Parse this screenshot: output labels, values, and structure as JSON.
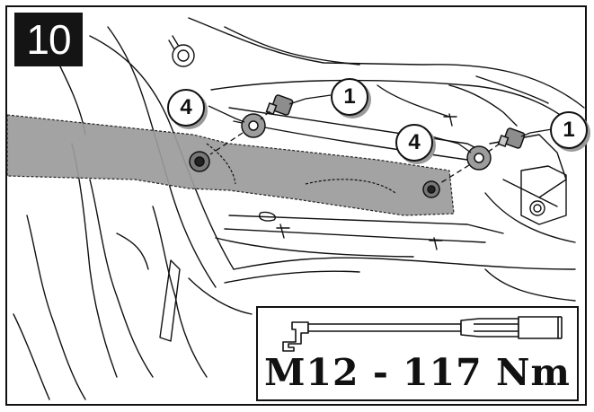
{
  "step": {
    "number": "10"
  },
  "callouts": [
    {
      "id": "callout-4-left",
      "label": "4"
    },
    {
      "id": "callout-1-top",
      "label": "1"
    },
    {
      "id": "callout-4-right",
      "label": "4"
    },
    {
      "id": "callout-1-right",
      "label": "1"
    }
  ],
  "torque": {
    "spec": "M12 - 117 Nm",
    "tool_icon": "torque-wrench-icon"
  },
  "colors": {
    "ink": "#111111",
    "highlight": "#9c9c9c",
    "badge_bg": "#141414",
    "badge_text": "#ffffff"
  }
}
